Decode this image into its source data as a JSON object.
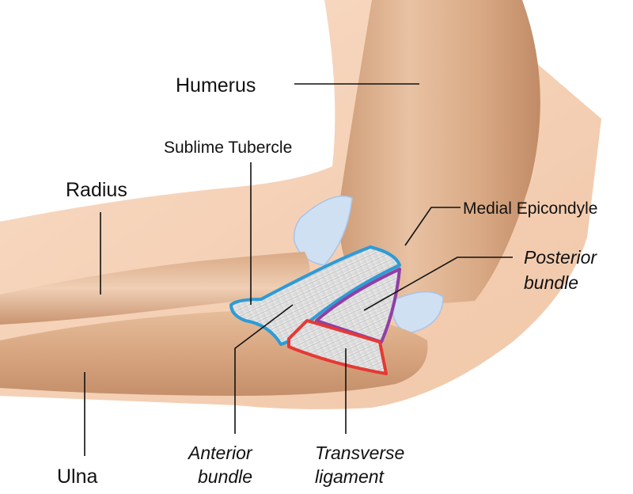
{
  "labels": {
    "humerus": "Humerus",
    "sublime_tubercle": "Sublime Tubercle",
    "radius": "Radius",
    "medial_epicondyle": "Medial Epicondyle",
    "posterior_bundle_line1": "Posterior",
    "posterior_bundle_line2": "bundle",
    "ulna": "Ulna",
    "anterior_bundle_line1": "Anterior",
    "anterior_bundle_line2": "bundle",
    "transverse_ligament_line1": "Transverse",
    "transverse_ligament_line2": "ligament"
  },
  "colors": {
    "skin": "#f4cfb3",
    "bone": "#d9aa86",
    "anterior_bundle_outline": "#2e9bd6",
    "posterior_bundle_outline": "#8f3fa6",
    "transverse_ligament_outline": "#e53935",
    "cartilage": "#cfe0f3"
  }
}
